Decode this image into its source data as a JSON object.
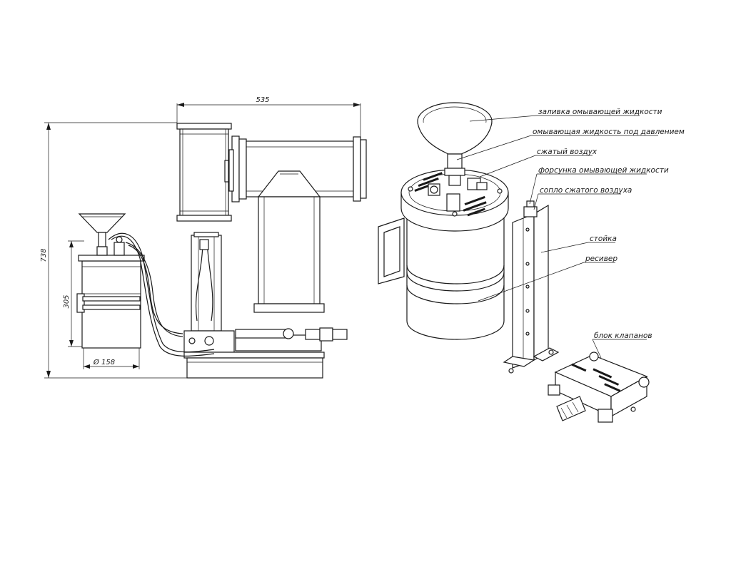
{
  "dimensions": {
    "width_535": "535",
    "height_738": "738",
    "height_305": "305",
    "diameter_158": "Ø 158"
  },
  "callouts": {
    "fill_washing_liquid": "заливка омывающей жидкости",
    "pressurized_liquid": "омывающая жидкость под давлением",
    "compressed_air": "сжатый воздух",
    "liquid_nozzle": "форсунка омывающей жидкости",
    "air_nozzle": "сопло сжатого воздуха",
    "stand": "стойка",
    "receiver": "ресивер",
    "valve_block": "блок клапанов"
  }
}
